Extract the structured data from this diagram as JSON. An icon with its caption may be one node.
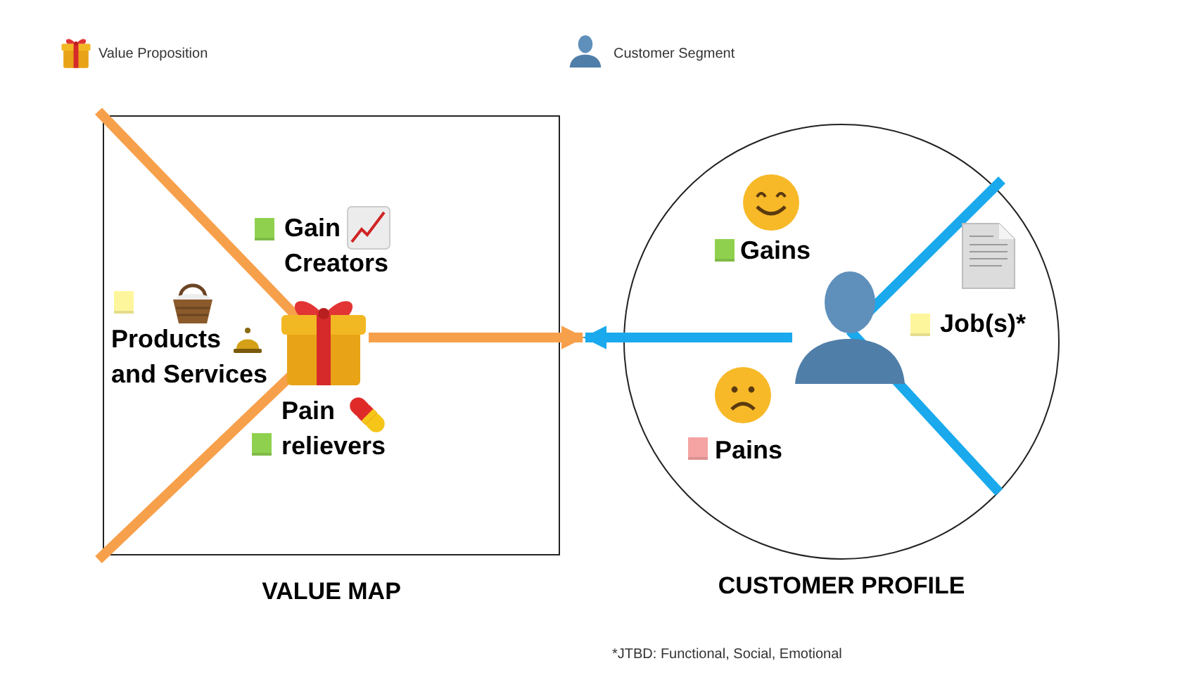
{
  "diagram": {
    "nodes": [
      {
        "text": [
          "VALUE MAP"
        ]
      },
      {
        "text": [
          "CUSTOMER PROFILE"
        ]
      },
      {
        "text": [],
        "shape": "picture",
        "in": 0
      },
      {
        "text": [],
        "shape": "person",
        "in": 1
      }
    ],
    "edges": [
      {
        "from": 2,
        "to": 1,
        "arrow": "to",
        "color": "#f7a04b"
      },
      {
        "from": 3,
        "to": 0,
        "arrow": "to",
        "color": "#19a9ec"
      }
    ],
    "labels": [
      "Value Proposition",
      "Customer Segment",
      "Gain Creators",
      "Products and Services",
      "Pain relievers",
      "Gains",
      "Job(s)*",
      "Pains",
      "*JTBD: Functional, Social, Emotional"
    ]
  }
}
